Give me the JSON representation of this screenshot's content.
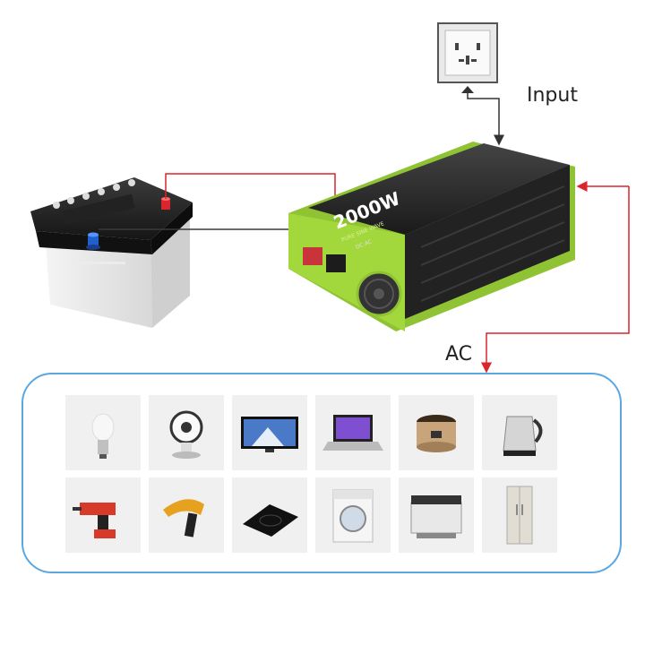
{
  "labels": {
    "input": "Input",
    "ac": "AC"
  },
  "inverter": {
    "power_rating": "2000W",
    "subtitle": "PURE SINE WAVE",
    "dc_ac": "DC  AC"
  },
  "colors": {
    "wire_red": "#d9252b",
    "wire_dark": "#3a3a3a",
    "panel_border": "#5aa7e2",
    "inverter_body": "#2b2b2b",
    "inverter_accent": "#9cd13a",
    "tile_bg": "#f0f0f0"
  },
  "appliances": [
    [
      "light-bulb",
      "desk-fan",
      "television",
      "laptop",
      "rice-cooker",
      "electric-kettle"
    ],
    [
      "power-drill",
      "hair-dryer",
      "induction-cooker",
      "washing-machine",
      "printer",
      "refrigerator"
    ]
  ]
}
